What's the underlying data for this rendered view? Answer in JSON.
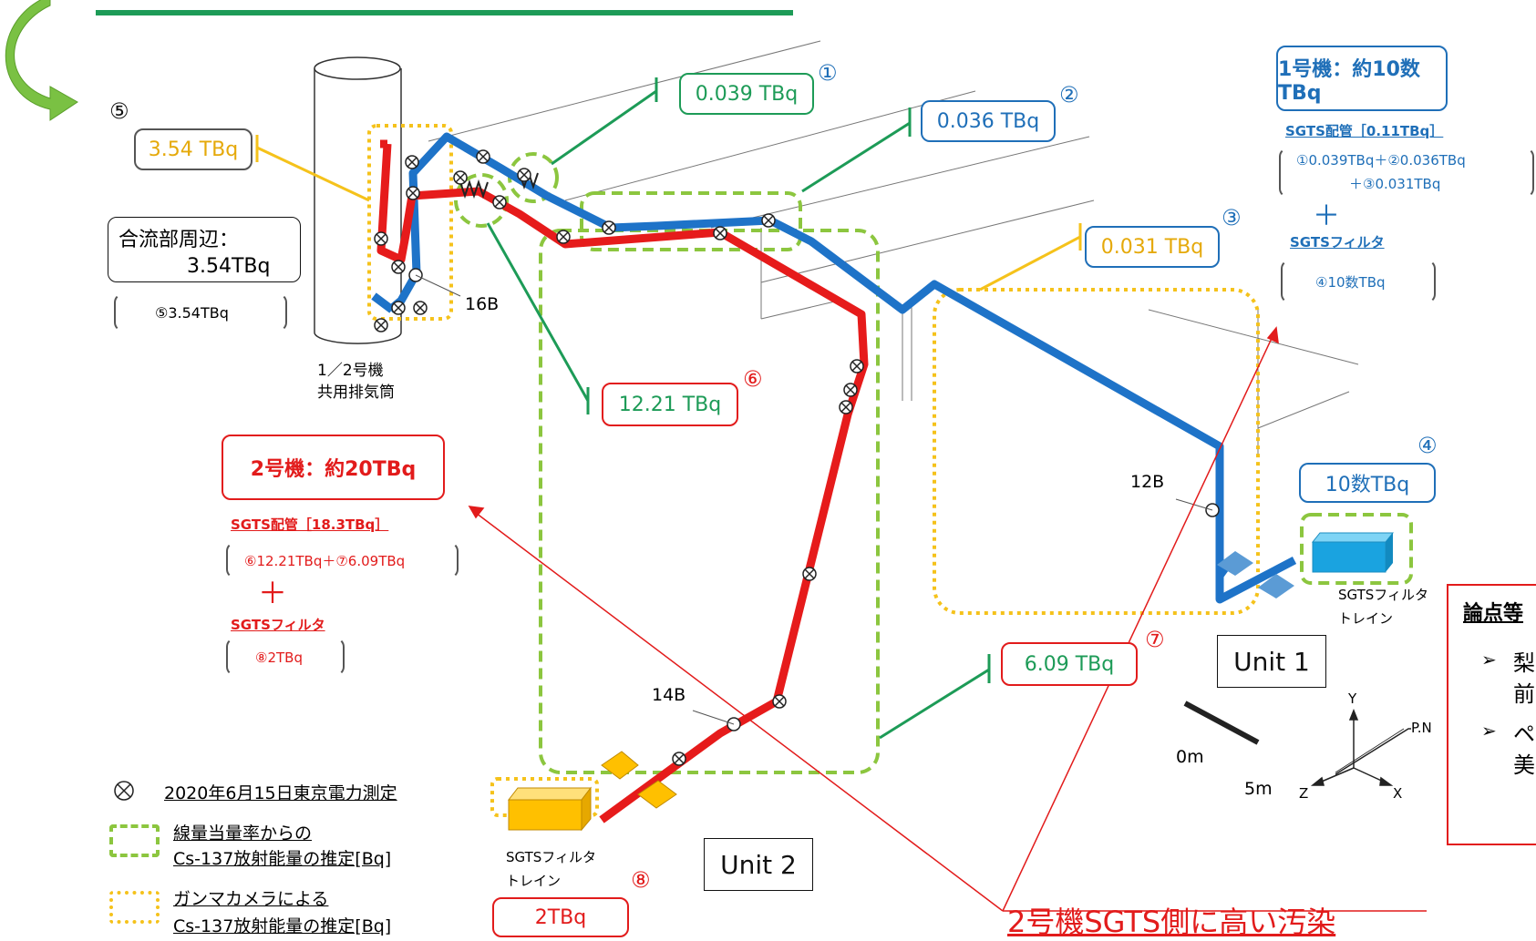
{
  "colors": {
    "blue_pipe": "#1e73c8",
    "red_pipe": "#e61b1b",
    "green_dash": "#8cc63f",
    "yellow_dot": "#f5c21b",
    "green_line": "#1d9b57"
  },
  "labels": {
    "m1_num": "①",
    "m1_val": "0.039 TBq",
    "m2_num": "②",
    "m2_val": "0.036 TBq",
    "m3_num": "③",
    "m3_val": "0.031 TBq",
    "m4_num": "④",
    "m4_val": "10数TBq",
    "m5_num": "⑤",
    "m5_val": "3.54 TBq",
    "m6_num": "⑥",
    "m6_val": "12.21 TBq",
    "m7_num": "⑦",
    "m7_val": "6.09 TBq",
    "m8_num": "⑧",
    "m8_val": "2TBq"
  },
  "unit1_summary": {
    "title": "1号機：約10数TBq",
    "sgts_pipe": "SGTS配管［0.11TBq］",
    "pipe_line1": "①0.039TBq＋②0.036TBq",
    "pipe_line2": "＋③0.031TBq",
    "plus": "＋",
    "filter": "SGTSフィルタ",
    "filter_val": "④10数TBq"
  },
  "unit2_summary": {
    "title": "2号機：約20TBq",
    "sgts_pipe": "SGTS配管［18.3TBq］",
    "pipe_line": "⑥12.21TBq＋⑦6.09TBq",
    "plus": "＋",
    "filter": "SGTSフィルタ",
    "filter_val": "⑧2TBq"
  },
  "junction": {
    "title": "合流部周辺：",
    "value": "3.54TBq",
    "paren": "⑤3.54TBq"
  },
  "stack_label": {
    "line1": "1／2号機",
    "line2": "共用排気筒"
  },
  "pipe_sizes": {
    "b16": "16B",
    "b12": "12B",
    "b14": "14B"
  },
  "filter_label": {
    "line1": "SGTSフィルタ",
    "line2": "トレイン"
  },
  "units": {
    "u1": "Unit 1",
    "u2": "Unit 2"
  },
  "legend": {
    "measure": "2020年6月15日東京電力測定",
    "green_l1": "線量当量率からの",
    "green_l2": "Cs-137放射能量の推定[Bq]",
    "yel_l1": "ガンマカメラによる",
    "yel_l2": "Cs-137放射能量の推定[Bq]"
  },
  "scale": {
    "zero": "0m",
    "five": "5m"
  },
  "axes": {
    "y": "Y",
    "z": "Z",
    "x": "X",
    "pn": "P.N"
  },
  "conclusion": "2号機SGTS側に高い汚染",
  "side_panel": {
    "title": "論点等",
    "arrow1": "➢",
    "text1a": "梨",
    "text1b": "前",
    "arrow2": "➢",
    "text2a": "ペ",
    "text2b": "美"
  }
}
